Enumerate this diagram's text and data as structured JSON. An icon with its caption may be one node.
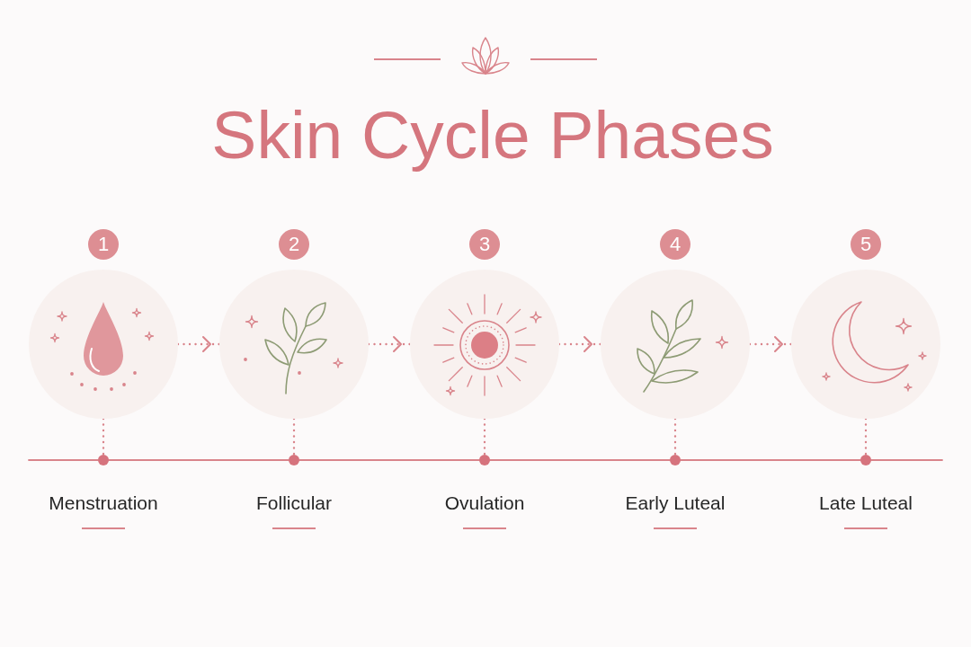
{
  "diagram": {
    "title": "Skin Cycle Phases",
    "nodes": [
      {
        "text": [
          "1"
        ]
      },
      {
        "text": [
          "2"
        ]
      },
      {
        "text": [
          "3"
        ]
      },
      {
        "text": [
          "4"
        ]
      },
      {
        "text": [
          "5"
        ]
      },
      {
        "text": [],
        "shape": "circle"
      },
      {
        "text": [],
        "shape": "circle"
      },
      {
        "text": [],
        "shape": "circle"
      },
      {
        "text": [],
        "shape": "circle"
      },
      {
        "text": [],
        "shape": "circle"
      },
      {
        "text": [],
        "shape": "circle",
        "beside": [
          "Menstruation"
        ]
      },
      {
        "text": [],
        "shape": "circle",
        "beside": [
          "Follicular"
        ]
      },
      {
        "text": [],
        "shape": "circle",
        "beside": [
          "Ovulation"
        ]
      },
      {
        "text": [],
        "shape": "circle",
        "beside": [
          "Early Luteal"
        ]
      },
      {
        "text": [],
        "shape": "circle",
        "beside": [
          "Late Luteal"
        ]
      }
    ],
    "edges": [
      {
        "from": 5,
        "to": 6,
        "arrow": "to",
        "style": "dashed"
      },
      {
        "from": 6,
        "to": 7,
        "arrow": "to",
        "style": "dashed"
      },
      {
        "from": 7,
        "to": 8,
        "arrow": "to",
        "style": "dashed"
      },
      {
        "from": 8,
        "to": 9,
        "arrow": "to",
        "style": "dashed"
      },
      {
        "from": 5,
        "to": 10,
        "arrow": "none",
        "style": "dashed"
      },
      {
        "from": 6,
        "to": 11,
        "arrow": "none",
        "style": "dashed"
      },
      {
        "from": 7,
        "to": 12,
        "arrow": "none",
        "style": "dashed"
      },
      {
        "from": 8,
        "to": 13,
        "arrow": "none",
        "style": "dashed"
      },
      {
        "from": 9,
        "to": 14,
        "arrow": "none",
        "style": "dashed"
      },
      {
        "from": null,
        "to": 10,
        "arrow": "none"
      },
      {
        "from": 10,
        "to": 11,
        "arrow": "none"
      },
      {
        "from": 11,
        "to": 12,
        "arrow": "none"
      },
      {
        "from": 12,
        "to": 13,
        "arrow": "none"
      },
      {
        "from": 13,
        "to": 14,
        "arrow": "none"
      },
      {
        "from": 14,
        "to": null,
        "arrow": "none"
      }
    ]
  }
}
